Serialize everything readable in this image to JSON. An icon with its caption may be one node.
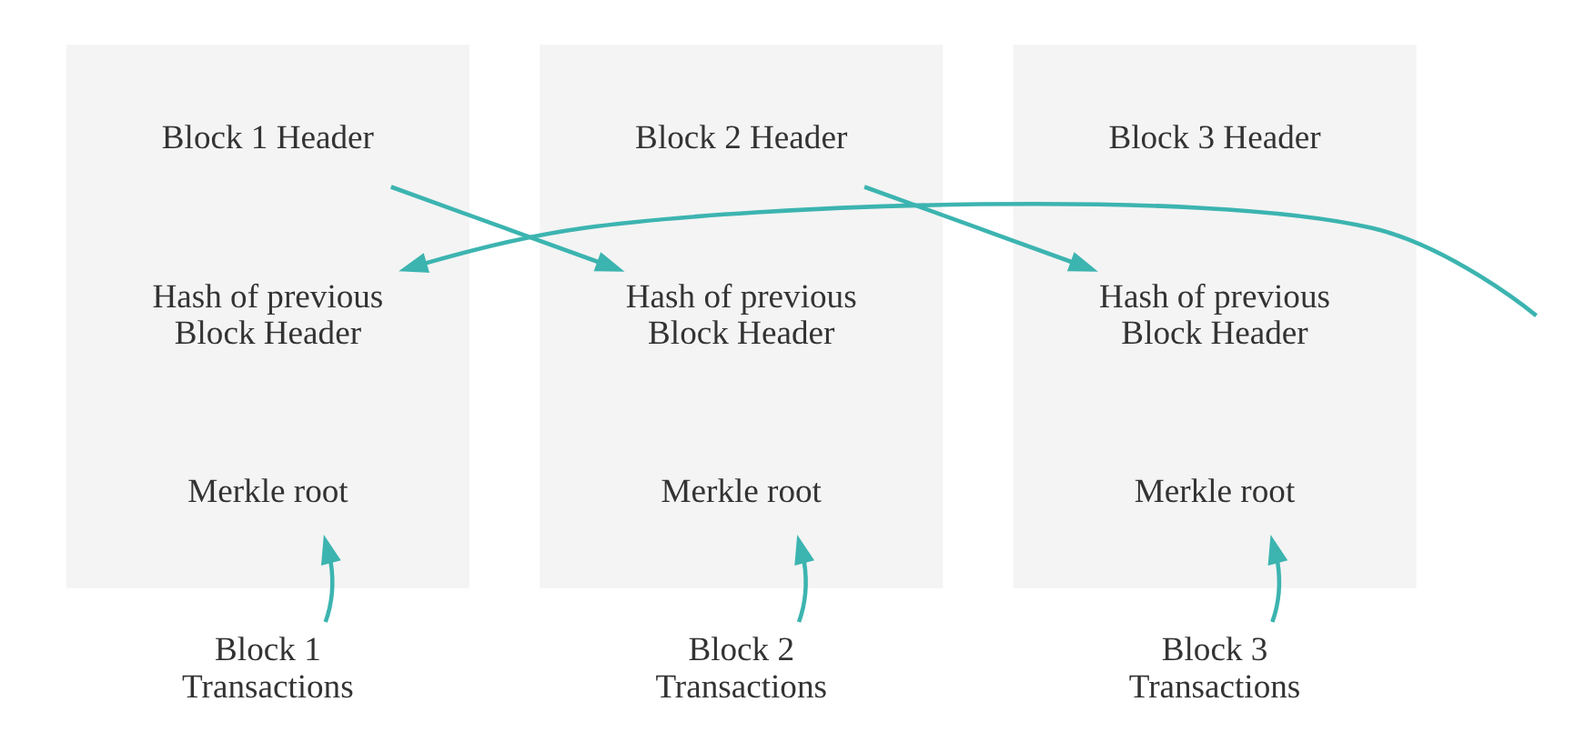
{
  "diagram": {
    "nodes": [
      {
        "text": [],
        "shape": "box"
      },
      {
        "text": [
          "Block 1 Header"
        ],
        "in": 0
      },
      {
        "text": [
          "Hash of previous Block Header"
        ],
        "in": 0
      },
      {
        "text": [
          "Merkle root"
        ],
        "in": 0
      },
      {
        "text": [],
        "shape": "box"
      },
      {
        "text": [
          "Block 2 Header"
        ],
        "in": 4
      },
      {
        "text": [
          "Hash of previous Block Header"
        ],
        "in": 4
      },
      {
        "text": [
          "Merkle root"
        ],
        "in": 4
      },
      {
        "text": [],
        "shape": "box"
      },
      {
        "text": [
          "Block 3 Header"
        ],
        "in": 8
      },
      {
        "text": [
          "Hash of previous Block Header"
        ],
        "in": 8
      },
      {
        "text": [
          "Merkle root"
        ],
        "in": 8
      },
      {
        "text": [
          "Block 1 Transactions"
        ]
      },
      {
        "text": [
          "Block 2 Transactions"
        ]
      },
      {
        "text": [
          "Block 3 Transactions"
        ]
      }
    ],
    "edges": [
      {
        "from": null,
        "to": 2,
        "arrow": "to"
      },
      {
        "from": 1,
        "to": 6,
        "arrow": "to"
      },
      {
        "from": 5,
        "to": 10,
        "arrow": "to"
      },
      {
        "from": 12,
        "to": 3,
        "arrow": "to"
      },
      {
        "from": 13,
        "to": 7,
        "arrow": "to"
      },
      {
        "from": 14,
        "to": 11,
        "arrow": "to"
      }
    ]
  }
}
